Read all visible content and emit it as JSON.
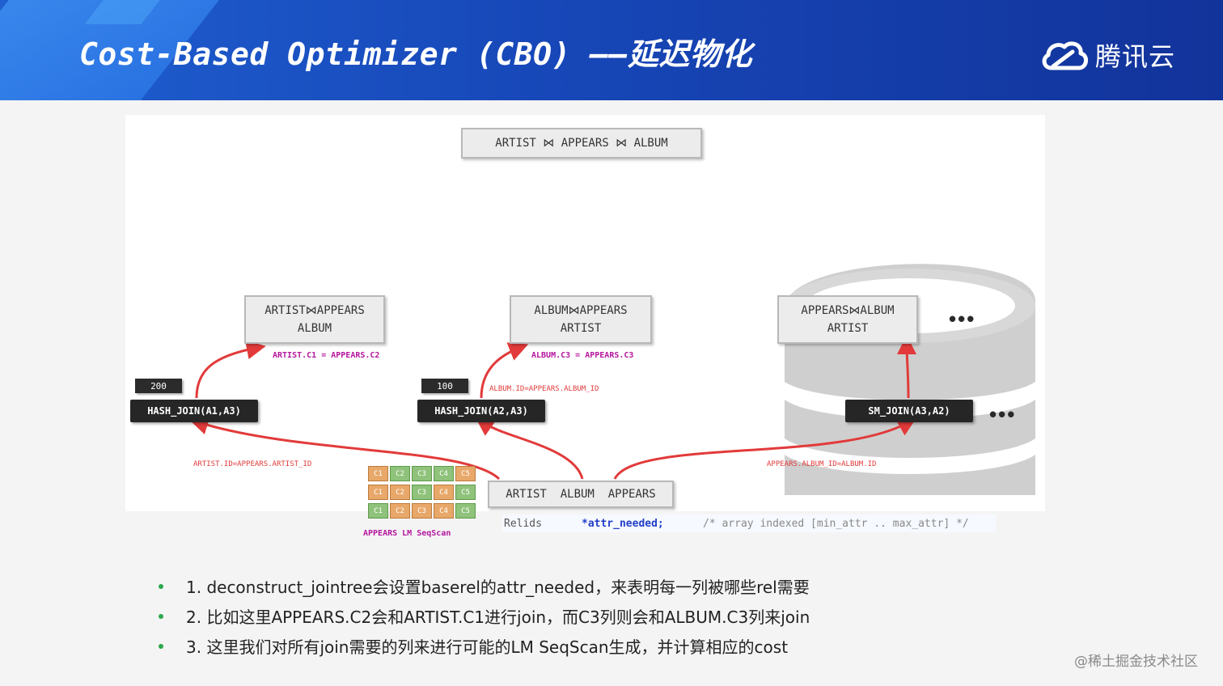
{
  "header": {
    "title": "Cost-Based Optimizer (CBO) ——延迟物化",
    "brand": "腾讯云",
    "brand_icon": "cloud-logo-icon"
  },
  "diagram": {
    "top_box": "ARTIST ⋈ APPEARS ⋈ ALBUM",
    "result_boxes": [
      {
        "line1": "ARTIST⋈APPEARS",
        "line2": "ALBUM",
        "cond": "ARTIST.C1 = APPEARS.C2"
      },
      {
        "line1": "ALBUM⋈APPEARS",
        "line2": "ARTIST",
        "cond": "ALBUM.C3 = APPEARS.C3"
      },
      {
        "line1": "APPEARS⋈ALBUM",
        "line2": "ARTIST"
      }
    ],
    "badges": [
      "200",
      "100"
    ],
    "joins": [
      "HASH_JOIN(A1,A3)",
      "HASH_JOIN(A2,A3)",
      "SM_JOIN(A3,A2)"
    ],
    "join_conditions": {
      "left": "ARTIST.ID=APPEARS.ARTIST_ID",
      "middle": "ALBUM.ID=APPEARS.ALBUM_ID",
      "right": "APPEARS.ALBUM_ID=ALBUM.ID"
    },
    "base_box": "ARTIST  ALBUM  APPEARS",
    "ellipsis": "•••",
    "grid": {
      "rows": [
        [
          "C1",
          "C2",
          "C3",
          "C4",
          "C5"
        ],
        [
          "C1",
          "C2",
          "C3",
          "C4",
          "C5"
        ],
        [
          "C1",
          "C2",
          "C3",
          "C4",
          "C5"
        ]
      ],
      "label": "APPEARS LM SeqScan"
    },
    "code": {
      "type": "Relids",
      "field": "*attr_needed;",
      "comment": "/* array indexed [min_attr .. max_attr] */"
    }
  },
  "bullets": [
    "1. deconstruct_jointree会设置baserel的attr_needed，来表明每一列被哪些rel需要",
    "2. 比如这里APPEARS.C2会和ARTIST.C1进行join，而C3列则会和ALBUM.C3列来join",
    "3. 这里我们对所有join需要的列来进行可能的LM SeqScan生成，并计算相应的cost"
  ],
  "watermark": "@稀土掘金技术社区",
  "colors": {
    "header_blue": "#1747b8",
    "arrow_red": "#e23a3a",
    "condition_magenta": "#b5179e",
    "bullet_green": "#2aa84a"
  }
}
